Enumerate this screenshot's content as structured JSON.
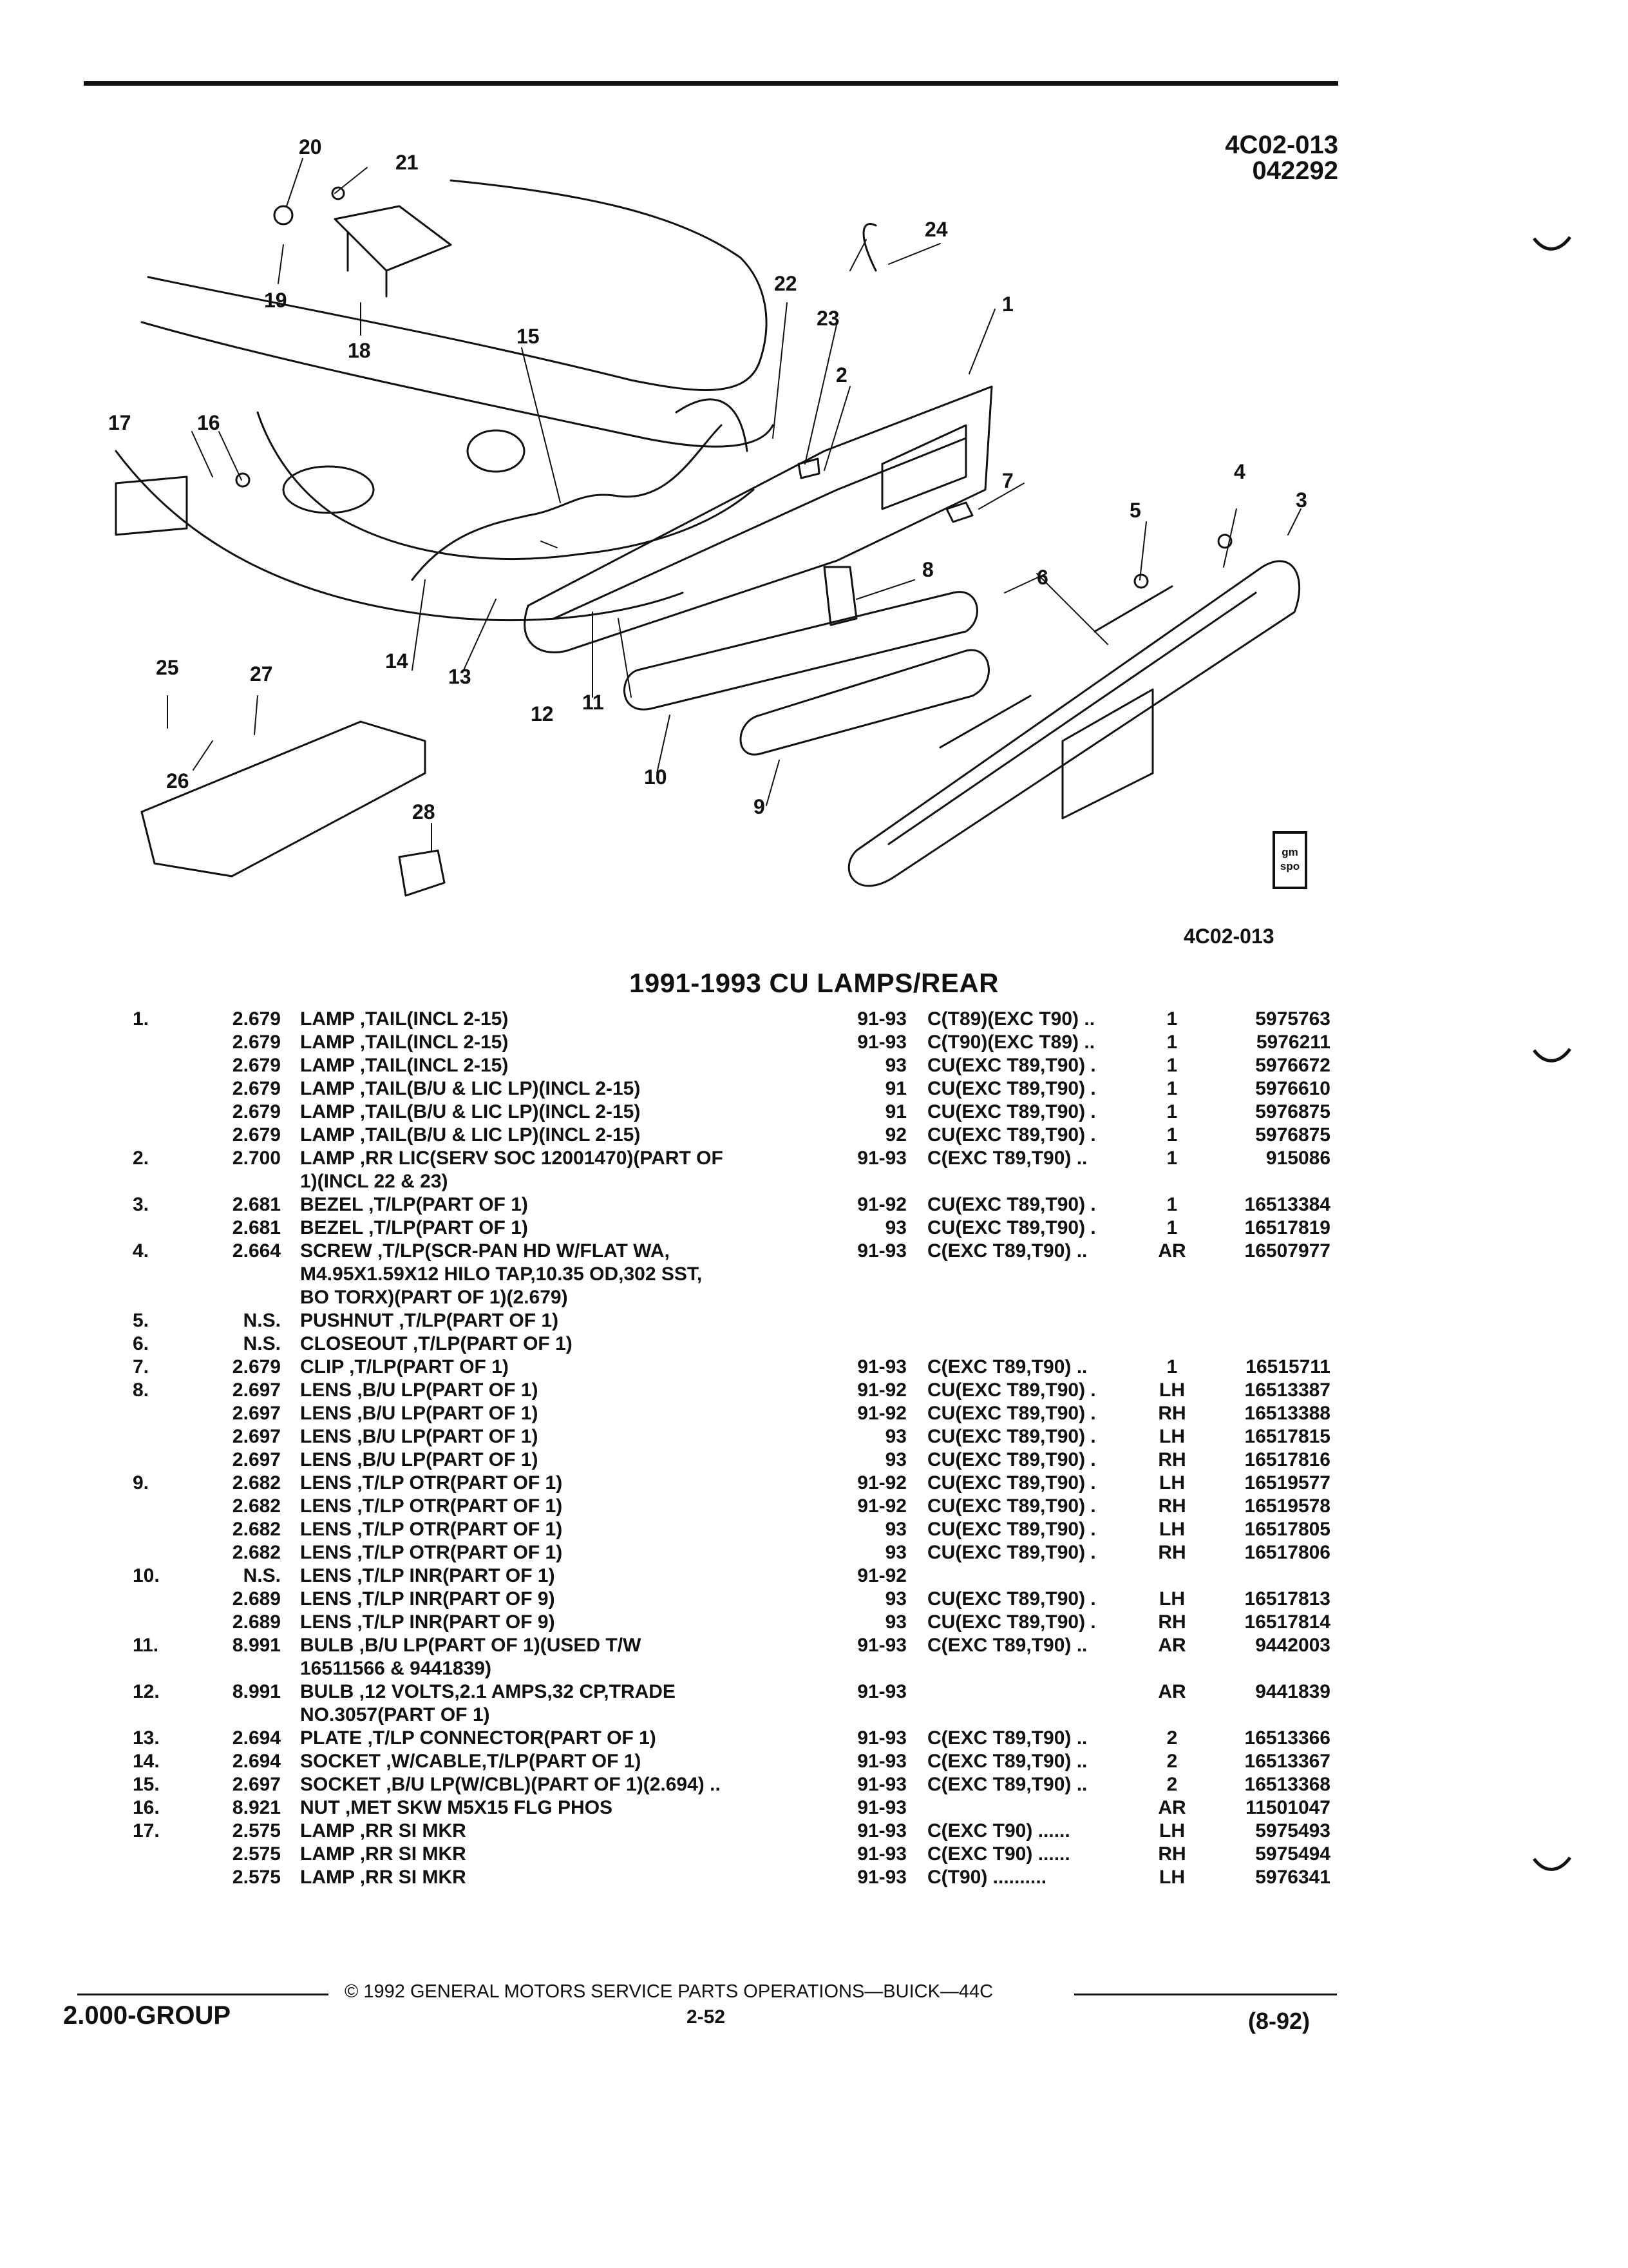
{
  "figure": {
    "id_top": "4C02-013",
    "date_code": "042292",
    "id_bottom": "4C02-013",
    "callouts": [
      "1",
      "2",
      "3",
      "4",
      "5",
      "6",
      "7",
      "8",
      "9",
      "10",
      "11",
      "12",
      "13",
      "14",
      "15",
      "16",
      "17",
      "18",
      "19",
      "20",
      "21",
      "22",
      "23",
      "24",
      "25",
      "26",
      "27",
      "28"
    ],
    "logo_text": "gm spo"
  },
  "section_title": "1991-1993 CU LAMPS/REAR",
  "rows": [
    {
      "item": "1.",
      "group": "2.679",
      "desc": "LAMP ,TAIL(INCL 2-15)",
      "years": "91-93",
      "model": "C(T89)(EXC T90) ..",
      "qty": "1",
      "part": "5975763"
    },
    {
      "item": "",
      "group": "2.679",
      "desc": "LAMP ,TAIL(INCL 2-15)",
      "years": "91-93",
      "model": "C(T90)(EXC T89) ..",
      "qty": "1",
      "part": "5976211"
    },
    {
      "item": "",
      "group": "2.679",
      "desc": "LAMP ,TAIL(INCL 2-15)",
      "years": "93",
      "model": "CU(EXC T89,T90) .",
      "qty": "1",
      "part": "5976672"
    },
    {
      "item": "",
      "group": "2.679",
      "desc": "LAMP ,TAIL(B/U & LIC LP)(INCL 2-15)",
      "years": "91",
      "model": "CU(EXC T89,T90) .",
      "qty": "1",
      "part": "5976610"
    },
    {
      "item": "",
      "group": "2.679",
      "desc": "LAMP ,TAIL(B/U & LIC LP)(INCL 2-15)",
      "years": "91",
      "model": "CU(EXC T89,T90) .",
      "qty": "1",
      "part": "5976875"
    },
    {
      "item": "",
      "group": "2.679",
      "desc": "LAMP ,TAIL(B/U & LIC LP)(INCL 2-15)",
      "years": "92",
      "model": "CU(EXC T89,T90) .",
      "qty": "1",
      "part": "5976875"
    },
    {
      "item": "2.",
      "group": "2.700",
      "desc": "LAMP ,RR LIC(SERV SOC 12001470)(PART OF",
      "years": "91-93",
      "model": "C(EXC T89,T90) ..",
      "qty": "1",
      "part": "915086"
    },
    {
      "item": "",
      "group": "",
      "desc": "1)(INCL 22 & 23)",
      "years": "",
      "model": "",
      "qty": "",
      "part": ""
    },
    {
      "item": "3.",
      "group": "2.681",
      "desc": "BEZEL ,T/LP(PART OF 1)",
      "years": "91-92",
      "model": "CU(EXC T89,T90) .",
      "qty": "1",
      "part": "16513384"
    },
    {
      "item": "",
      "group": "2.681",
      "desc": "BEZEL ,T/LP(PART OF 1)",
      "years": "93",
      "model": "CU(EXC T89,T90) .",
      "qty": "1",
      "part": "16517819"
    },
    {
      "item": "4.",
      "group": "2.664",
      "desc": "SCREW ,T/LP(SCR-PAN HD W/FLAT WA,",
      "years": "91-93",
      "model": "C(EXC T89,T90) ..",
      "qty": "AR",
      "part": "16507977"
    },
    {
      "item": "",
      "group": "",
      "desc": "M4.95X1.59X12 HILO TAP,10.35 OD,302 SST,",
      "years": "",
      "model": "",
      "qty": "",
      "part": ""
    },
    {
      "item": "",
      "group": "",
      "desc": "BO TORX)(PART OF 1)(2.679)",
      "years": "",
      "model": "",
      "qty": "",
      "part": ""
    },
    {
      "item": "5.",
      "group": "N.S.",
      "desc": "PUSHNUT ,T/LP(PART OF 1)",
      "years": "",
      "model": "",
      "qty": "",
      "part": ""
    },
    {
      "item": "6.",
      "group": "N.S.",
      "desc": "CLOSEOUT ,T/LP(PART OF 1)",
      "years": "",
      "model": "",
      "qty": "",
      "part": ""
    },
    {
      "item": "7.",
      "group": "2.679",
      "desc": "CLIP ,T/LP(PART OF 1)",
      "years": "91-93",
      "model": "C(EXC T89,T90) ..",
      "qty": "1",
      "part": "16515711"
    },
    {
      "item": "8.",
      "group": "2.697",
      "desc": "LENS ,B/U LP(PART OF 1)",
      "years": "91-92",
      "model": "CU(EXC T89,T90) .",
      "qty": "LH",
      "part": "16513387"
    },
    {
      "item": "",
      "group": "2.697",
      "desc": "LENS ,B/U LP(PART OF 1)",
      "years": "91-92",
      "model": "CU(EXC T89,T90) .",
      "qty": "RH",
      "part": "16513388"
    },
    {
      "item": "",
      "group": "2.697",
      "desc": "LENS ,B/U LP(PART OF 1)",
      "years": "93",
      "model": "CU(EXC T89,T90) .",
      "qty": "LH",
      "part": "16517815"
    },
    {
      "item": "",
      "group": "2.697",
      "desc": "LENS ,B/U LP(PART OF 1)",
      "years": "93",
      "model": "CU(EXC T89,T90) .",
      "qty": "RH",
      "part": "16517816"
    },
    {
      "item": "9.",
      "group": "2.682",
      "desc": "LENS ,T/LP OTR(PART OF 1)",
      "years": "91-92",
      "model": "CU(EXC T89,T90) .",
      "qty": "LH",
      "part": "16519577"
    },
    {
      "item": "",
      "group": "2.682",
      "desc": "LENS ,T/LP OTR(PART OF 1)",
      "years": "91-92",
      "model": "CU(EXC T89,T90) .",
      "qty": "RH",
      "part": "16519578"
    },
    {
      "item": "",
      "group": "2.682",
      "desc": "LENS ,T/LP OTR(PART OF 1)",
      "years": "93",
      "model": "CU(EXC T89,T90) .",
      "qty": "LH",
      "part": "16517805"
    },
    {
      "item": "",
      "group": "2.682",
      "desc": "LENS ,T/LP OTR(PART OF 1)",
      "years": "93",
      "model": "CU(EXC T89,T90) .",
      "qty": "RH",
      "part": "16517806"
    },
    {
      "item": "10.",
      "group": "N.S.",
      "desc": "LENS ,T/LP INR(PART OF 1)",
      "years": "91-92",
      "model": "",
      "qty": "",
      "part": ""
    },
    {
      "item": "",
      "group": "2.689",
      "desc": "LENS ,T/LP INR(PART OF 9)",
      "years": "93",
      "model": "CU(EXC T89,T90) .",
      "qty": "LH",
      "part": "16517813"
    },
    {
      "item": "",
      "group": "2.689",
      "desc": "LENS ,T/LP INR(PART OF 9)",
      "years": "93",
      "model": "CU(EXC T89,T90) .",
      "qty": "RH",
      "part": "16517814"
    },
    {
      "item": "11.",
      "group": "8.991",
      "desc": "BULB ,B/U LP(PART OF 1)(USED T/W",
      "years": "91-93",
      "model": "C(EXC T89,T90) ..",
      "qty": "AR",
      "part": "9442003"
    },
    {
      "item": "",
      "group": "",
      "desc": "16511566 & 9441839)",
      "years": "",
      "model": "",
      "qty": "",
      "part": ""
    },
    {
      "item": "12.",
      "group": "8.991",
      "desc": "BULB ,12 VOLTS,2.1 AMPS,32 CP,TRADE",
      "years": "91-93",
      "model": "",
      "qty": "AR",
      "part": "9441839"
    },
    {
      "item": "",
      "group": "",
      "desc": "NO.3057(PART OF 1)",
      "years": "",
      "model": "",
      "qty": "",
      "part": ""
    },
    {
      "item": "13.",
      "group": "2.694",
      "desc": "PLATE ,T/LP CONNECTOR(PART OF 1)",
      "years": "91-93",
      "model": "C(EXC T89,T90) ..",
      "qty": "2",
      "part": "16513366"
    },
    {
      "item": "14.",
      "group": "2.694",
      "desc": "SOCKET ,W/CABLE,T/LP(PART OF 1)",
      "years": "91-93",
      "model": "C(EXC T89,T90) ..",
      "qty": "2",
      "part": "16513367"
    },
    {
      "item": "15.",
      "group": "2.697",
      "desc": "SOCKET ,B/U LP(W/CBL)(PART OF 1)(2.694) ..",
      "years": "91-93",
      "model": "C(EXC T89,T90) ..",
      "qty": "2",
      "part": "16513368"
    },
    {
      "item": "16.",
      "group": "8.921",
      "desc": "NUT ,MET SKW M5X15 FLG PHOS",
      "years": "91-93",
      "model": "",
      "qty": "AR",
      "part": "11501047"
    },
    {
      "item": "17.",
      "group": "2.575",
      "desc": "LAMP ,RR SI MKR",
      "years": "91-93",
      "model": "C(EXC T90) ......",
      "qty": "LH",
      "part": "5975493"
    },
    {
      "item": "",
      "group": "2.575",
      "desc": "LAMP ,RR SI MKR",
      "years": "91-93",
      "model": "C(EXC T90) ......",
      "qty": "RH",
      "part": "5975494"
    },
    {
      "item": "",
      "group": "2.575",
      "desc": "LAMP ,RR SI MKR",
      "years": "91-93",
      "model": "C(T90) ..........",
      "qty": "LH",
      "part": "5976341"
    }
  ],
  "footer": {
    "copyright": "© 1992 GENERAL MOTORS SERVICE PARTS OPERATIONS—BUICK—44C",
    "group": "2.000-GROUP",
    "page": "2-52",
    "date": "(8-92)"
  }
}
